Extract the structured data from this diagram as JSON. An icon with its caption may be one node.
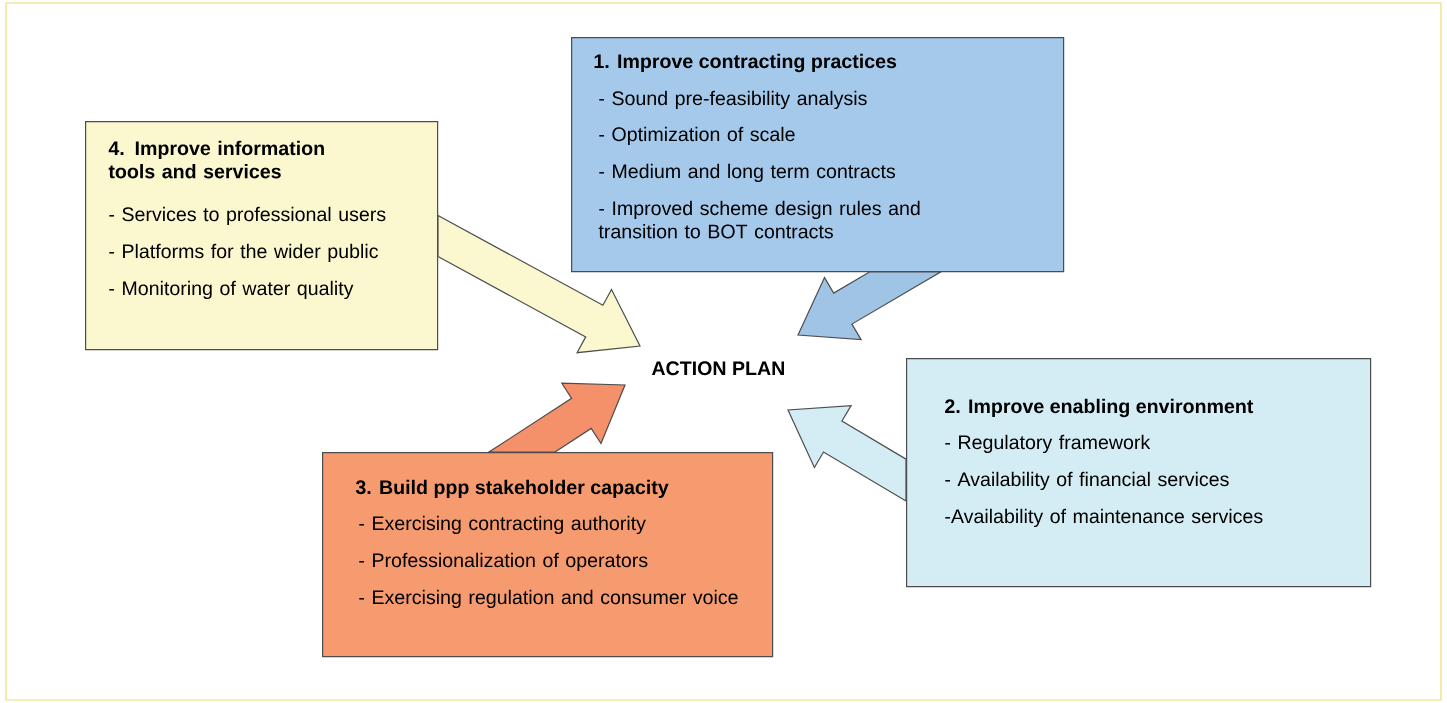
{
  "diagram": {
    "nodes": [
      {
        "text": [
          "1. Improve contracting practices",
          "- Sound pre-feasibility analysis",
          "- Optimization of scale",
          "- Medium and long term contracts",
          "- Improved scheme design rules and transition to BOT contracts"
        ]
      },
      {
        "text": [
          "4. Improve information tools and services",
          "- Services to professional users",
          "- Platforms for the wider public",
          "- Monitoring of water quality"
        ]
      },
      {
        "text": [
          "ACTION PLAN"
        ]
      },
      {
        "text": [
          "2. Improve enabling environment",
          "- Regulatory framework",
          "- Availability of financial services",
          "-Availability of maintenance services"
        ]
      },
      {
        "text": [
          "3. Build ppp stakeholder capacity",
          "- Exercising contracting authority",
          "- Professionalization of operators",
          "- Exercising regulation and consumer voice"
        ]
      }
    ],
    "edges": [
      {
        "from": 0,
        "to": 2,
        "arrow": "to",
        "color": "#9fc4e6"
      },
      {
        "from": 1,
        "to": 2,
        "arrow": "to",
        "color": "#fbf8cf"
      },
      {
        "from": 3,
        "to": 2,
        "arrow": "to",
        "color": "#d4edf4"
      },
      {
        "from": 4,
        "to": 2,
        "arrow": "to",
        "color": "#f4906a"
      }
    ]
  }
}
